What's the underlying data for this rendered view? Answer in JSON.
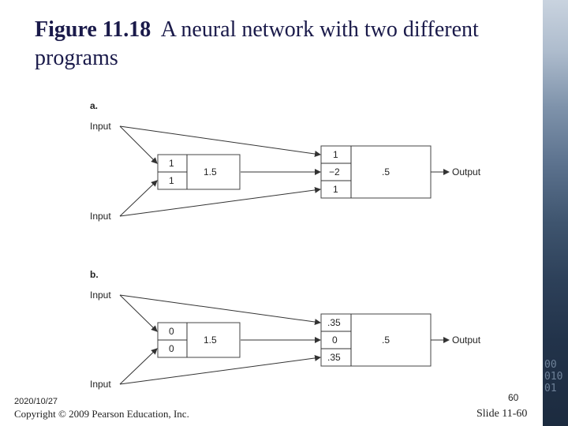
{
  "title": {
    "figure_label": "Figure 11.18",
    "caption": "A neural network with two different programs"
  },
  "footer": {
    "date": "2020/10/27",
    "copyright": "Copyright © 2009 Pearson Education, Inc.",
    "page_number": "60",
    "slide_number": "Slide 11-60"
  },
  "strip_text": "00\n010\n01",
  "diagram": {
    "panel_a": {
      "label": "a.",
      "input_top": "Input",
      "input_bottom": "Input",
      "hidden_weights": [
        "1",
        "1"
      ],
      "hidden_threshold": "1.5",
      "output_weights": [
        "1",
        "−2",
        "1"
      ],
      "output_threshold": ".5",
      "output_label": "Output"
    },
    "panel_b": {
      "label": "b.",
      "input_top": "Input",
      "input_bottom": "Input",
      "hidden_weights": [
        "0",
        "0"
      ],
      "hidden_threshold": "1.5",
      "output_weights": [
        ".35",
        "0",
        ".35"
      ],
      "output_threshold": ".5",
      "output_label": "Output"
    }
  }
}
